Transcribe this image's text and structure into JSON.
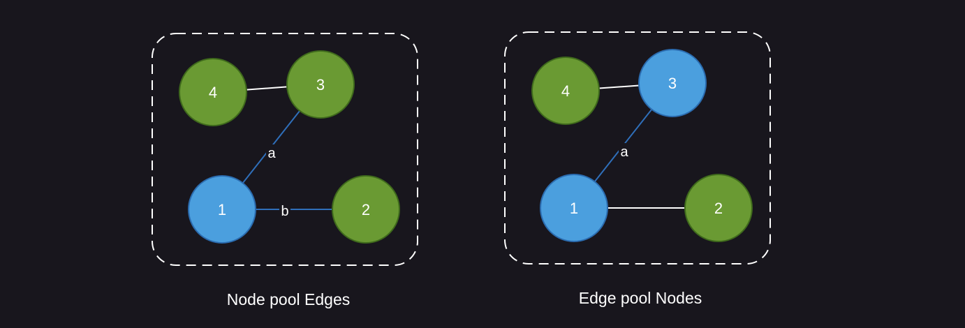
{
  "colors": {
    "background": "#18161d",
    "highlight_fill": "#4b9fde",
    "highlight_stroke": "#2b6cb0",
    "normal_fill": "#6a9a33",
    "normal_stroke": "#3f6a1c",
    "highlight_edge": "#2f6fba",
    "normal_edge": "#ffffff",
    "border": "#ffffff"
  },
  "panels": [
    {
      "caption": "Node pool Edges",
      "nodes": [
        {
          "id": "4",
          "label": "4",
          "highlighted": false
        },
        {
          "id": "3",
          "label": "3",
          "highlighted": false
        },
        {
          "id": "1",
          "label": "1",
          "highlighted": true
        },
        {
          "id": "2",
          "label": "2",
          "highlighted": false
        }
      ],
      "edges": [
        {
          "from": "4",
          "to": "3",
          "label": "",
          "highlighted": false
        },
        {
          "from": "1",
          "to": "3",
          "label": "a",
          "highlighted": true
        },
        {
          "from": "1",
          "to": "2",
          "label": "b",
          "highlighted": true
        }
      ]
    },
    {
      "caption": "Edge pool Nodes",
      "nodes": [
        {
          "id": "4",
          "label": "4",
          "highlighted": false
        },
        {
          "id": "3",
          "label": "3",
          "highlighted": true
        },
        {
          "id": "1",
          "label": "1",
          "highlighted": true
        },
        {
          "id": "2",
          "label": "2",
          "highlighted": false
        }
      ],
      "edges": [
        {
          "from": "4",
          "to": "3",
          "label": "",
          "highlighted": false
        },
        {
          "from": "1",
          "to": "3",
          "label": "a",
          "highlighted": true
        },
        {
          "from": "1",
          "to": "2",
          "label": "",
          "highlighted": false
        }
      ]
    }
  ]
}
